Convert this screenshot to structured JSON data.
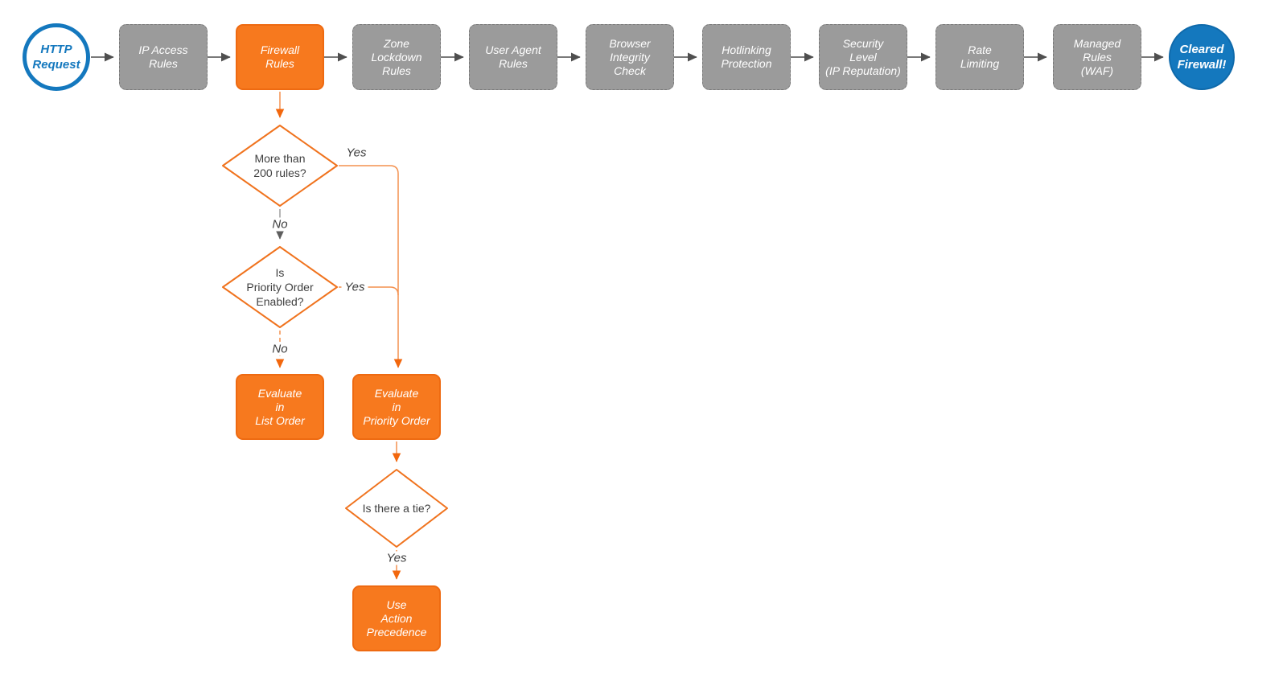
{
  "palette": {
    "brand_blue": "#1478be",
    "box_gray": "#9b9b9b",
    "box_orange": "#f7791e",
    "connector_orange_line": "#f4914f",
    "connector_orange_head": "#f2670d",
    "connector_gray_line": "#9e9e9e",
    "arrow_dark_gray": "#4f4f4f",
    "diamond_stroke": "#f0731e",
    "text_dark": "#404040",
    "text_white": "#ffffff"
  },
  "nodes": {
    "start": {
      "label": "HTTP\nRequest"
    },
    "pipeline": [
      {
        "label": "IP Access\nRules",
        "variant": "gray"
      },
      {
        "label": "Firewall\nRules",
        "variant": "orange"
      },
      {
        "label": "Zone\nLockdown\nRules",
        "variant": "gray"
      },
      {
        "label": "User Agent\nRules",
        "variant": "gray"
      },
      {
        "label": "Browser\nIntegrity\nCheck",
        "variant": "gray"
      },
      {
        "label": "Hotlinking\nProtection",
        "variant": "gray"
      },
      {
        "label": "Security\nLevel\n(IP Reputation)",
        "variant": "gray"
      },
      {
        "label": "Rate\nLimiting",
        "variant": "gray"
      },
      {
        "label": "Managed\nRules\n(WAF)",
        "variant": "gray"
      }
    ],
    "end": {
      "label": "Cleared\nFirewall!"
    },
    "decisions": [
      {
        "label": "More than\n200 rules?"
      },
      {
        "label": "Is\nPriority Order\nEnabled?"
      },
      {
        "label": "Is there a tie?"
      }
    ],
    "actions": [
      {
        "label": "Evaluate\nin\nList Order"
      },
      {
        "label": "Evaluate\nin\nPriority Order"
      },
      {
        "label": "Use\nAction\nPrecedence"
      }
    ]
  },
  "edge_labels": {
    "d1_yes": "Yes",
    "d1_no": "No",
    "d2_yes": "Yes",
    "d2_no": "No",
    "d3_yes": "Yes"
  }
}
